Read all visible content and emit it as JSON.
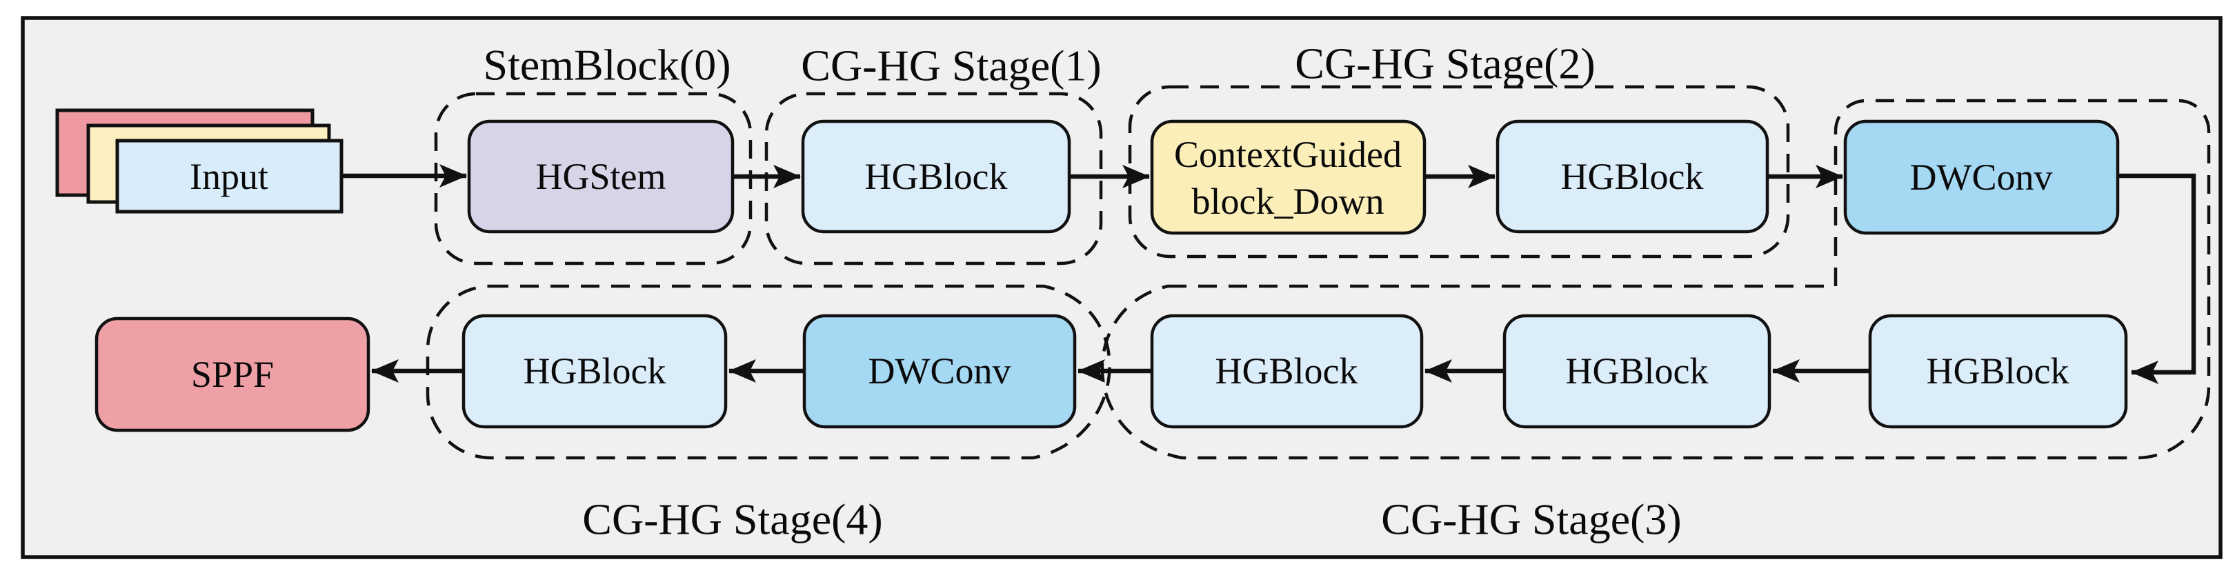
{
  "figure": {
    "type": "architecture-diagram",
    "headers": {
      "stem_block": "StemBlock(0)",
      "stage1": "CG-HG Stage(1)",
      "stage2": "CG-HG Stage(2)",
      "stage3": "CG-HG Stage(3)",
      "stage4": "CG-HG Stage(4)"
    },
    "blocks": {
      "input": "Input",
      "hgstem": "HGStem",
      "hgblock": "HGBlock",
      "context_guided_line1": "ContextGuided",
      "context_guided_line2": "block_Down",
      "dwconv": "DWConv",
      "sppf": "SPPF"
    },
    "flow": [
      "Input",
      "HGStem",
      "HGBlock",
      "ContextGuided block_Down",
      "HGBlock",
      "DWConv",
      "HGBlock",
      "HGBlock",
      "HGBlock",
      "DWConv",
      "HGBlock",
      "SPPF"
    ],
    "colors": {
      "canvas_bg": "#f0f0f0",
      "input_blue": "#d9ecfa",
      "layer_yellow": "#fdf0c0",
      "layer_red": "#ef9aa3",
      "hgstem_lavender": "#d9d3e8",
      "hgblock_blue": "#dcedfa",
      "context_yellow": "#fbeeb9",
      "dwconv_blue": "#a5d8f3",
      "sppf_pink": "#efa0a7"
    }
  }
}
